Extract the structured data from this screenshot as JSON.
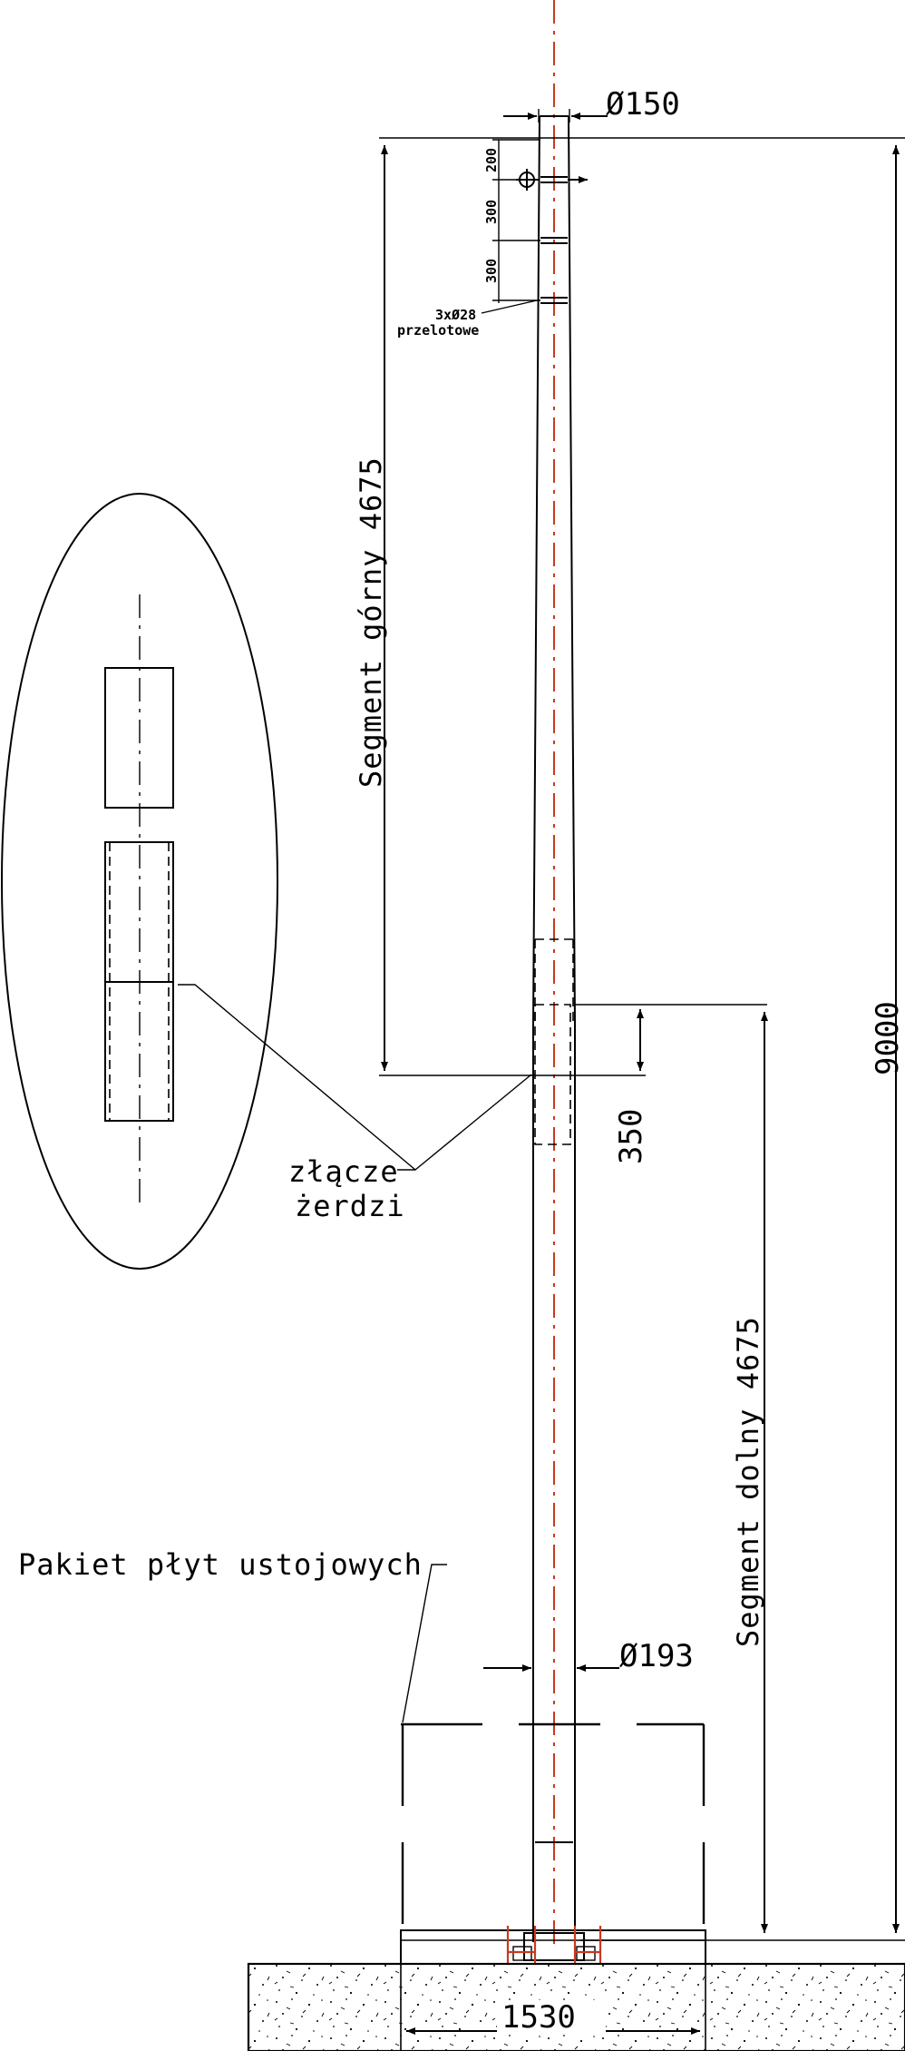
{
  "dimensions": {
    "top_diameter": "Ø150",
    "bottom_diameter": "Ø193",
    "total_height": "9000",
    "joint_length": "350",
    "base_width": "1530",
    "hole_spacing_1": "200",
    "hole_spacing_2": "300",
    "hole_spacing_3": "300"
  },
  "labels": {
    "upper_segment": "Segment górny 4675",
    "lower_segment": "Segment dolny 4675",
    "holes_line1": "3xØ28",
    "holes_line2": "przelotowe",
    "joint_line1": "złącze",
    "joint_line2": "żerdzi",
    "plates": "Pakiet płyt ustojowych"
  },
  "colors": {
    "axis": "#c83a1e",
    "line": "#000000"
  }
}
